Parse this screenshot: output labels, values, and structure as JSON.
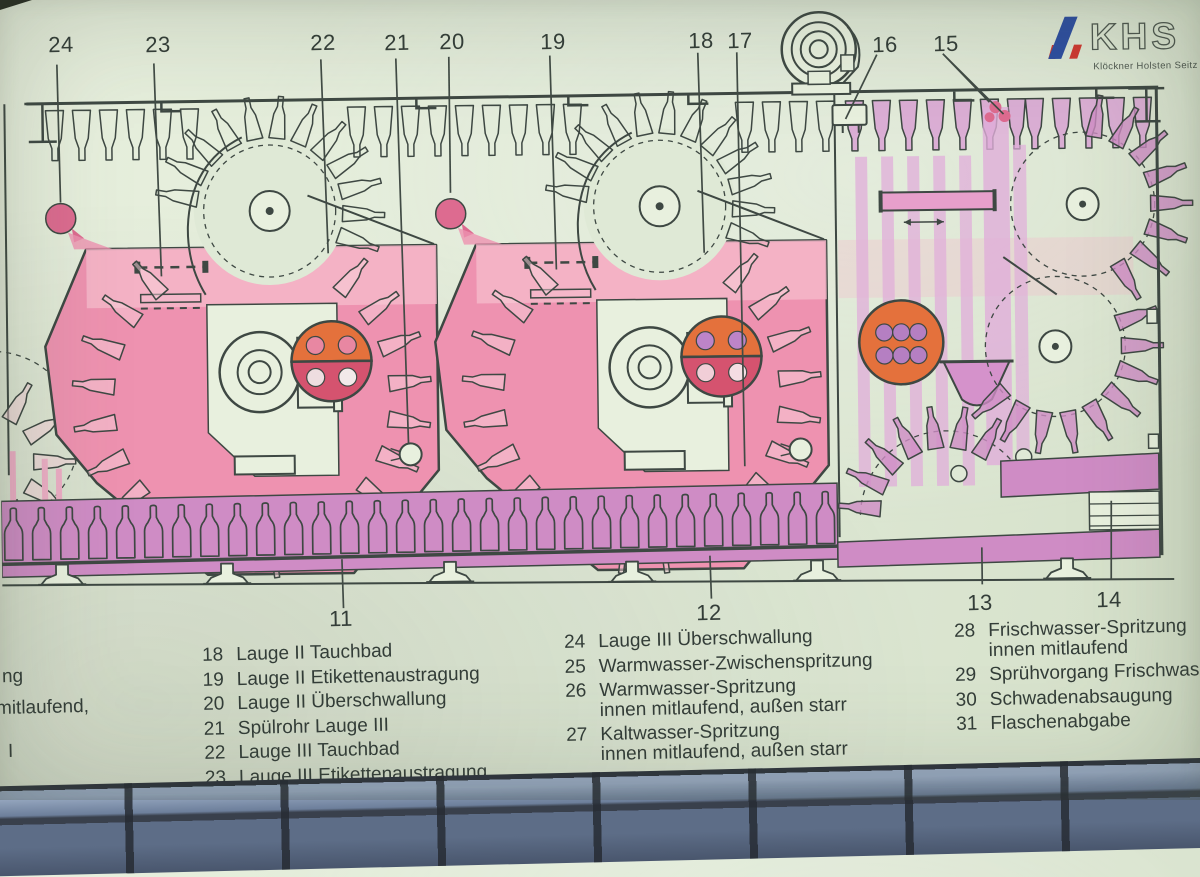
{
  "colors": {
    "bg": "#dfe9d6",
    "bg2": "#e8f0de",
    "ink": "#3e4843",
    "text": "#333d38",
    "pink": "#ee92b0",
    "pinkLight": "#f4b7c9",
    "pinkPale": "#f8cfda",
    "crimson": "#d5536f",
    "rose": "#dd6b90",
    "orange": "#e4713c",
    "purple": "#cf8cc5",
    "purpleLight": "#e0aeda",
    "purpleDot": "#b57fc2",
    "logoBlue": "#2d4ea0",
    "logoRed": "#cf3830",
    "tileFace": "#6d7f9b",
    "tileJoint": "#2e343d"
  },
  "logo": {
    "name": "KHS",
    "subtitle": "Klöckner Holsten Seitz"
  },
  "callouts": {
    "top": [
      "24",
      "23",
      "22",
      "21",
      "20",
      "19",
      "18",
      "17",
      "16",
      "15"
    ],
    "bottom": [
      "11",
      "12",
      "13",
      "14"
    ]
  },
  "legend": {
    "partial": [
      "ng",
      "mitlaufend,",
      "I"
    ],
    "col1": [
      {
        "num": "18",
        "text": "Lauge II Tauchbad"
      },
      {
        "num": "19",
        "text": "Lauge II Etikettenaustragung"
      },
      {
        "num": "20",
        "text": "Lauge II Überschwallung"
      },
      {
        "num": "21",
        "text": "Spülrohr Lauge III"
      },
      {
        "num": "22",
        "text": "Lauge III Tauchbad"
      },
      {
        "num": "23",
        "text": "Lauge III Etikettenaustragung"
      }
    ],
    "col2": [
      {
        "num": "24",
        "text": "Lauge III Überschwallung"
      },
      {
        "num": "25",
        "text": "Warmwasser-Zwischenspritzung"
      },
      {
        "num": "26",
        "text": "Warmwasser-Spritzung",
        "sub": "innen mitlaufend, außen starr"
      },
      {
        "num": "27",
        "text": "Kaltwasser-Spritzung",
        "sub": "innen mitlaufend, außen starr"
      }
    ],
    "col3": [
      {
        "num": "28",
        "text": "Frischwasser-Spritzung",
        "sub": "innen mitlaufend"
      },
      {
        "num": "29",
        "text": "Sprühvorgang Frischwasser"
      },
      {
        "num": "30",
        "text": "Schwadenabsaugung"
      },
      {
        "num": "31",
        "text": "Flaschenabgabe"
      }
    ]
  }
}
